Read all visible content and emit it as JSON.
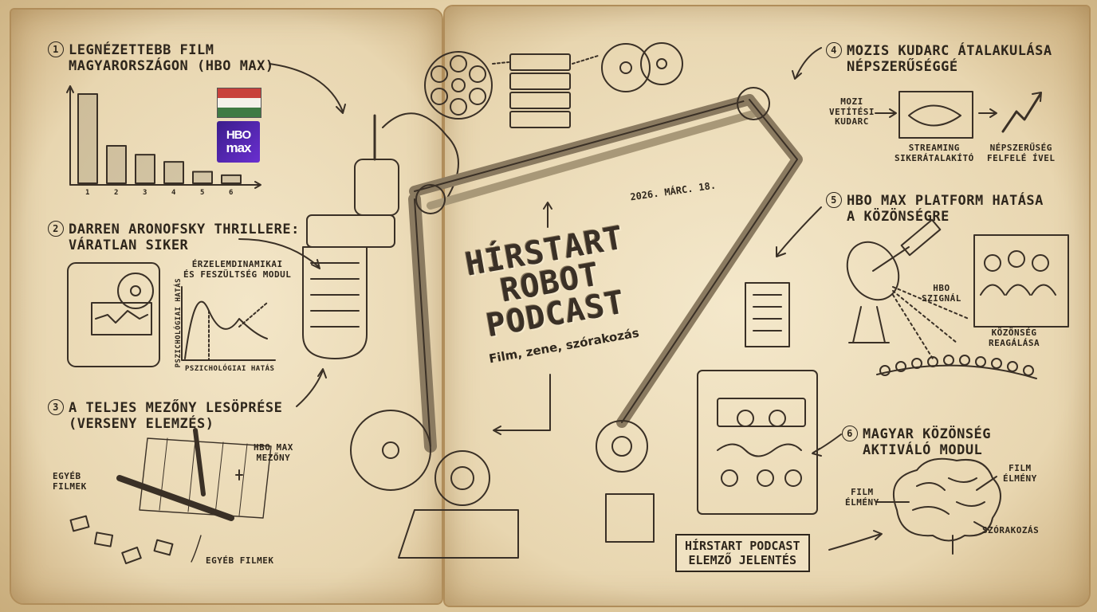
{
  "poster": {
    "title_lines": [
      "HÍRSTART",
      "ROBOT",
      "PODCAST"
    ],
    "subtitle": "Film, zene, szórakozás",
    "date": "2026. MÁRC. 18.",
    "stamp_lines": [
      "HÍRSTART PODCAST",
      "ELEMZŐ JELENTÉS"
    ]
  },
  "sections": [
    {
      "number": "1",
      "lines": [
        "LEGNÉZETTEBB FILM",
        "MAGYARORSZÁGON (HBO MAX)"
      ]
    },
    {
      "number": "2",
      "lines": [
        "DARREN ARONOFSKY THRILLERE:",
        "VÁRATLAN SIKER"
      ]
    },
    {
      "number": "3",
      "lines": [
        "A TELJES MEZŐNY LESÖPRÉSE",
        "(VERSENY ELEMZÉS)"
      ]
    },
    {
      "number": "4",
      "lines": [
        "MOZIS KUDARC ÁTALAKULÁSA",
        "NÉPSZERŰSÉGGÉ"
      ]
    },
    {
      "number": "5",
      "lines": [
        "HBO MAX PLATFORM HATÁSA",
        "A KÖZÖNSÉGRE"
      ]
    },
    {
      "number": "6",
      "lines": [
        "MAGYAR KÖZÖNSÉG",
        "AKTIVÁLÓ MODUL"
      ]
    }
  ],
  "bar_sketch": {
    "categories": [
      "1",
      "2",
      "3",
      "4",
      "5",
      "6"
    ],
    "values": [
      100,
      42,
      32,
      24,
      13,
      9
    ]
  },
  "logo_text": {
    "hbo_top": "HBO",
    "hbo_bottom": "max"
  },
  "emotion_module": {
    "title_lines": [
      "ÉRZELEMDINAMIKAI",
      "ÉS FESZÜLTSÉG MODUL"
    ],
    "y_label": "PSZICHOLÓGIAI HATÁS",
    "x_label": "PSZICHOLÓGIAI HATÁS"
  },
  "sweep": {
    "field_lines": [
      "HBO MAX",
      "MEZŐNY"
    ],
    "others_left_lines": [
      "EGYÉB",
      "FILMEK"
    ],
    "others_bottom": "EGYÉB FILMEK"
  },
  "flow": {
    "start_lines": [
      "MOZI",
      "VETÍTÉSI",
      "KUDARC"
    ],
    "middle_lines": [
      "STREAMING",
      "SIKERÁTALAKÍTÓ"
    ],
    "end_lines": [
      "NÉPSZERŰSÉG",
      "FELFELÉ ÍVEL"
    ]
  },
  "platform": {
    "signal_lines": [
      "HBO",
      "SZIGNÁL"
    ],
    "reaction_lines": [
      "KÖZÖNSÉG",
      "REAGÁLÁSA"
    ]
  },
  "brain": {
    "left_lines": [
      "FILM",
      "ÉLMÉNY"
    ],
    "right_lines": [
      "FILM",
      "ÉLMÉNY"
    ],
    "bottom": "SZÓRAKOZÁS"
  },
  "colors": {
    "ink": "#2e261c",
    "paper": "#f0e2c2",
    "flag_red": "#c8413b",
    "flag_white": "#f4f1ea",
    "flag_green": "#3f7a44",
    "hbo_purple": "#4a24a8"
  }
}
